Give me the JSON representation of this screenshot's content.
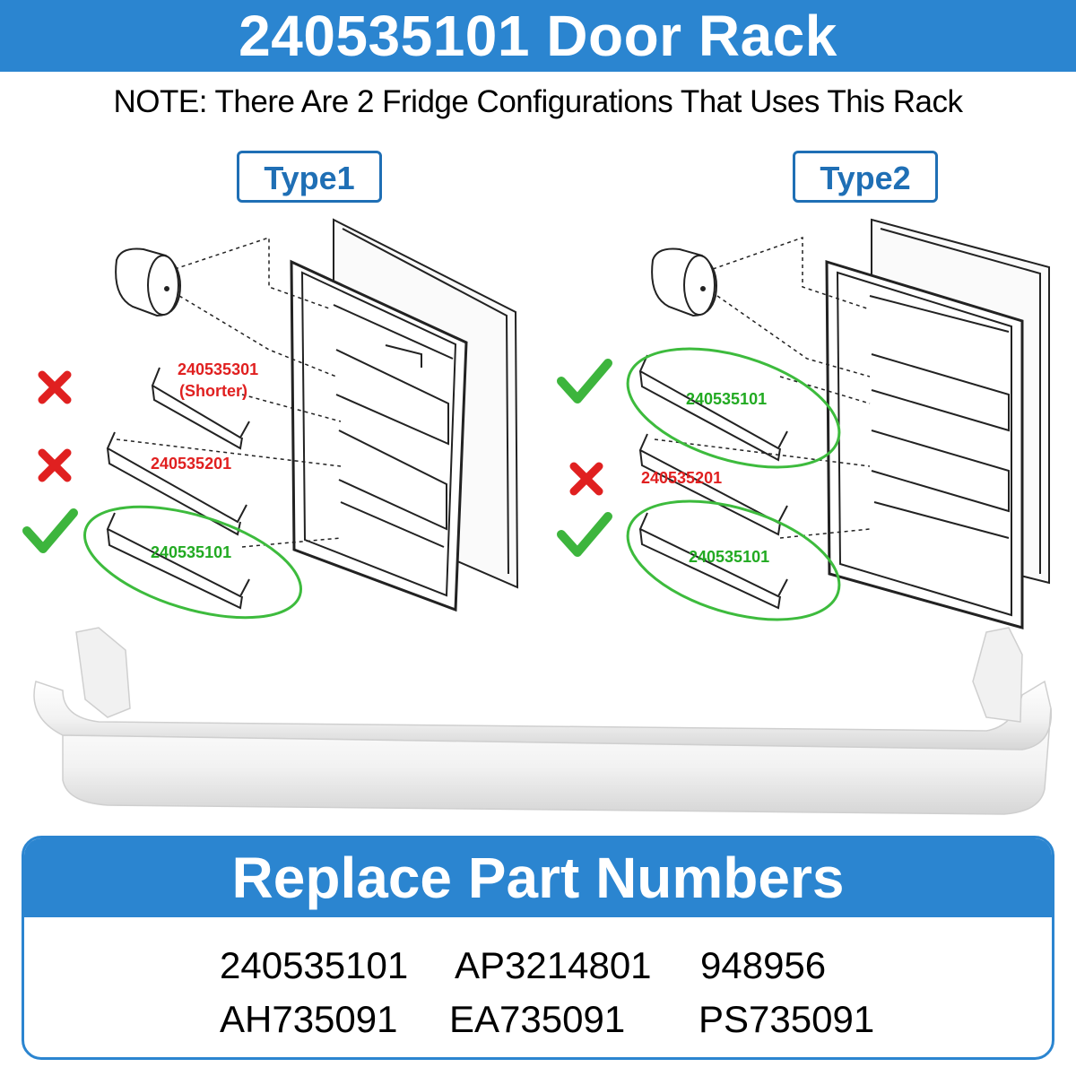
{
  "header": {
    "title": "240535101 Door Rack"
  },
  "note": "NOTE: There Are 2 Fridge Configurations That Uses This Rack",
  "configurations": [
    {
      "label": "Type1",
      "racks": [
        {
          "part": "240535301",
          "extra": "(Shorter)",
          "fits": false,
          "label_color": "#e02020"
        },
        {
          "part": "240535201",
          "fits": false,
          "label_color": "#e02020"
        },
        {
          "part": "240535101",
          "fits": true,
          "label_color": "#22aa22"
        }
      ]
    },
    {
      "label": "Type2",
      "racks": [
        {
          "part": "240535101",
          "fits": true,
          "label_color": "#22aa22"
        },
        {
          "part": "240535201",
          "fits": false,
          "label_color": "#e02020"
        },
        {
          "part": "240535101",
          "fits": true,
          "label_color": "#22aa22"
        }
      ]
    }
  ],
  "replace_panel": {
    "title": "Replace Part Numbers",
    "parts": [
      "240535101",
      "AP3214801",
      "948956",
      "AH735091",
      "EA735091",
      "PS735091"
    ]
  },
  "colors": {
    "accent": "#2b85d0",
    "fits": "#3db53d",
    "not_fits": "#e02020",
    "highlight": "#3dbb3d"
  },
  "icons": {
    "fits": "check-icon",
    "not_fits": "cross-icon"
  }
}
